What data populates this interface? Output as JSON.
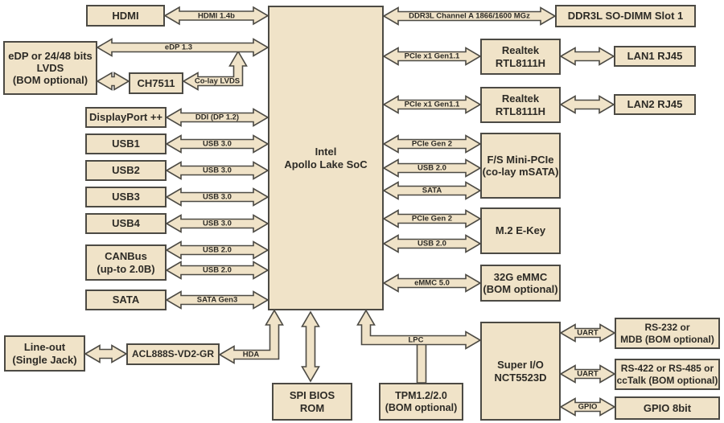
{
  "colors": {
    "node_fill": "#f0e3c8",
    "node_border": "#4c4a44",
    "label_text": "#2d2b26",
    "background": "#ffffff"
  },
  "nodes": {
    "hdmi": {
      "label": "HDMI"
    },
    "edp_lvds": {
      "label": "eDP or 24/48 bits\nLVDS\n(BOM optional)"
    },
    "ch7511": {
      "label": "CH7511"
    },
    "displayport": {
      "label": "DisplayPort ++"
    },
    "usb1": {
      "label": "USB1"
    },
    "usb2": {
      "label": "USB2"
    },
    "usb3": {
      "label": "USB3"
    },
    "usb4": {
      "label": "USB4"
    },
    "canbus": {
      "label": "CANBus\n(up-to 2.0B)"
    },
    "sata": {
      "label": "SATA"
    },
    "lineout": {
      "label": "Line-out\n(Single Jack)"
    },
    "alc": {
      "label": "ACL888S-VD2-GR"
    },
    "soc": {
      "label": "Intel\nApollo Lake SoC"
    },
    "spi": {
      "label": "SPI BIOS\nROM"
    },
    "tpm": {
      "label": "TPM1.2/2.0\n(BOM optional)"
    },
    "ddr": {
      "label": "DDR3L SO-DIMM Slot 1"
    },
    "rtl1": {
      "label": "Realtek\nRTL8111H"
    },
    "lan1": {
      "label": "LAN1 RJ45"
    },
    "rtl2": {
      "label": "Realtek\nRTL8111H"
    },
    "lan2": {
      "label": "LAN2 RJ45"
    },
    "minipcie": {
      "label": "F/S Mini-PCIe\n(co-lay mSATA)"
    },
    "m2": {
      "label": "M.2 E-Key"
    },
    "emmc": {
      "label": "32G eMMC\n(BOM optional)"
    },
    "superio": {
      "label": "Super I/O\nNCT5523D"
    },
    "rs232": {
      "label": "RS-232 or\nMDB (BOM optional)"
    },
    "rs422": {
      "label": "RS-422 or RS-485 or\nccTalk (BOM optional)"
    },
    "gpio8": {
      "label": "GPIO 8bit"
    }
  },
  "connections": {
    "hdmi_bus": {
      "label": "HDMI 1.4b",
      "from": "soc",
      "to": "hdmi"
    },
    "edp_bus": {
      "label": "eDP 1.3",
      "from": "soc",
      "to": "edp_lvds"
    },
    "edp_ch": {
      "label": "",
      "from": "edp_lvds",
      "to": "ch7511"
    },
    "colay": {
      "label": "Co-lay LVDS",
      "from": "edp_bus",
      "to": "ch7511"
    },
    "ddi": {
      "label": "DDI (DP 1.2)",
      "from": "soc",
      "to": "displayport"
    },
    "usb3_1": {
      "label": "USB 3.0",
      "from": "soc",
      "to": "usb1"
    },
    "usb3_2": {
      "label": "USB 3.0",
      "from": "soc",
      "to": "usb2"
    },
    "usb3_3": {
      "label": "USB 3.0",
      "from": "soc",
      "to": "usb3"
    },
    "usb3_4": {
      "label": "USB 3.0",
      "from": "soc",
      "to": "usb4"
    },
    "usb2_can1": {
      "label": "USB 2.0",
      "from": "soc",
      "to": "canbus"
    },
    "usb2_can2": {
      "label": "USB 2.0",
      "from": "soc",
      "to": "canbus"
    },
    "satagen3": {
      "label": "SATA Gen3",
      "from": "soc",
      "to": "sata"
    },
    "lineout_alc": {
      "label": "",
      "from": "alc",
      "to": "lineout"
    },
    "hda": {
      "label": "HDA",
      "from": "soc",
      "to": "alc"
    },
    "ddr_bus": {
      "label": "DDR3L Channel A 1866/1600 MGz",
      "from": "soc",
      "to": "ddr"
    },
    "pcie1": {
      "label": "PCIe x1 Gen1.1",
      "from": "soc",
      "to": "rtl1"
    },
    "rtl1_lan1": {
      "label": "",
      "from": "rtl1",
      "to": "lan1"
    },
    "pcie2": {
      "label": "PCIe x1 Gen1.1",
      "from": "soc",
      "to": "rtl2"
    },
    "rtl2_lan2": {
      "label": "",
      "from": "rtl2",
      "to": "lan2"
    },
    "pciegen2_a": {
      "label": "PCIe Gen 2",
      "from": "soc",
      "to": "minipcie"
    },
    "usb2_mini": {
      "label": "USB 2.0",
      "from": "soc",
      "to": "minipcie"
    },
    "sata_mini": {
      "label": "SATA",
      "from": "soc",
      "to": "minipcie"
    },
    "pciegen2_b": {
      "label": "PCIe Gen 2",
      "from": "soc",
      "to": "m2"
    },
    "usb2_m2": {
      "label": "USB 2.0",
      "from": "soc",
      "to": "m2"
    },
    "emmc_bus": {
      "label": "eMMC 5.0",
      "from": "soc",
      "to": "emmc"
    },
    "spi_bus": {
      "label": "",
      "from": "soc",
      "to": "spi"
    },
    "lpc": {
      "label": "LPC",
      "from": "soc",
      "to": "superio"
    },
    "tpm_stem": {
      "label": "",
      "from": "lpc",
      "to": "tpm"
    },
    "uart1": {
      "label": "UART",
      "from": "superio",
      "to": "rs232"
    },
    "uart2": {
      "label": "UART",
      "from": "superio",
      "to": "rs422"
    },
    "gpio_bus": {
      "label": "GPIO",
      "from": "superio",
      "to": "gpio8"
    }
  }
}
